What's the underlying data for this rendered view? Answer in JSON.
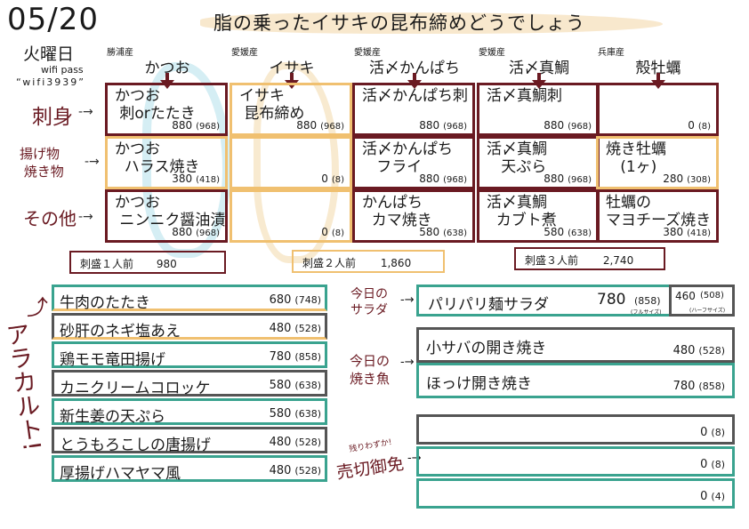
{
  "header": {
    "date": "05/20",
    "weekday": "火曜日",
    "wifi_label": "wifi pass",
    "wifi_code": "“wifi3939”",
    "title": "脂の乗ったイサキの昆布締めどうでしょう"
  },
  "columns": [
    {
      "origin": "勝浦産",
      "fish": "かつお"
    },
    {
      "origin": "愛媛産",
      "fish": "イサキ"
    },
    {
      "origin": "愛媛産",
      "fish": "活〆かんぱち"
    },
    {
      "origin": "愛媛産",
      "fish": "活〆真鯛"
    },
    {
      "origin": "兵庫産",
      "fish": "殻牡蠣"
    }
  ],
  "rows": [
    {
      "label": "刺身",
      "cells": [
        {
          "name": "かつお\n 刺orたたき",
          "price": "880",
          "tax": "(968)"
        },
        {
          "name": "イサキ\n 昆布締め",
          "price": "880",
          "tax": "(968)"
        },
        {
          "name": "活〆かんぱち刺",
          "price": "880",
          "tax": "(968)"
        },
        {
          "name": "活〆真鯛刺",
          "price": "880",
          "tax": "(968)"
        },
        {
          "name": "",
          "price": "0",
          "tax": "(8)"
        }
      ]
    },
    {
      "label": "揚げ物\n 焼き物",
      "cells": [
        {
          "name": "かつお\n  ハラス焼き",
          "price": "380",
          "tax": "(418)"
        },
        {
          "name": "",
          "price": "0",
          "tax": "(8)"
        },
        {
          "name": "活〆かんぱち\n   フライ",
          "price": "880",
          "tax": "(968)"
        },
        {
          "name": "活〆真鯛\n   天ぷら",
          "price": "880",
          "tax": "(968)"
        },
        {
          "name": "焼き牡蠣\n   (1ヶ)",
          "price": "280",
          "tax": "(308)"
        }
      ]
    },
    {
      "label": "その他",
      "cells": [
        {
          "name": "かつお\n ニンニク醤油漬",
          "price": "880",
          "tax": "(968)"
        },
        {
          "name": "",
          "price": "0",
          "tax": "(8)"
        },
        {
          "name": "かんぱち\n  カマ焼き",
          "price": "580",
          "tax": "(638)"
        },
        {
          "name": "活〆真鯛\n  カブト煮",
          "price": "580",
          "tax": "(638)"
        },
        {
          "name": "牡蠣の\nマヨチーズ焼き",
          "price": "380",
          "tax": "(418)"
        }
      ]
    }
  ],
  "sets": [
    {
      "label": "刺盛１人前",
      "price": "980"
    },
    {
      "label": "刺盛２人前",
      "price": "1,860"
    },
    {
      "label": "刺盛３人前",
      "price": "2,740"
    }
  ],
  "alacarte": {
    "label": "アラカルト!",
    "items": [
      {
        "name": "牛肉のたたき",
        "price": "680",
        "tax": "(748)"
      },
      {
        "name": "砂肝のネギ塩あえ",
        "price": "480",
        "tax": "(528)"
      },
      {
        "name": "鶏モモ竜田揚げ",
        "price": "780",
        "tax": "(858)"
      },
      {
        "name": "カニクリームコロッケ",
        "price": "580",
        "tax": "(638)"
      },
      {
        "name": "新生姜の天ぷら",
        "price": "580",
        "tax": "(638)"
      },
      {
        "name": "とうもろこしの唐揚げ",
        "price": "480",
        "tax": "(528)"
      },
      {
        "name": "厚揚げハマヤマ風",
        "price": "480",
        "tax": "(528)"
      }
    ]
  },
  "salad": {
    "label": "今日の\nサラダ",
    "name": "パリパリ麺サラダ",
    "price_full": "780",
    "tax_full": "(858)",
    "full_note": "(フルサイズ)",
    "price_half": "460",
    "tax_half": "(508)",
    "half_note": "(ハーフサイズ)"
  },
  "grill": {
    "label": "今日の\n焼き魚",
    "items": [
      {
        "name": "小サバの開き焼き",
        "price": "480",
        "tax": "(528)"
      },
      {
        "name": "ほっけ開き焼き",
        "price": "780",
        "tax": "(858)"
      }
    ]
  },
  "soldout": {
    "small": "残りわずか!",
    "label": "売切御免",
    "items": [
      {
        "name": "",
        "price": "0",
        "tax": "(8)"
      },
      {
        "name": "",
        "price": "0",
        "tax": "(8)"
      },
      {
        "name": "",
        "price": "0",
        "tax": "(4)"
      }
    ]
  },
  "colors": {
    "maroon": "#6a1a22",
    "teal": "#3aa38f",
    "orange": "#f0c070",
    "gray": "#555555"
  }
}
